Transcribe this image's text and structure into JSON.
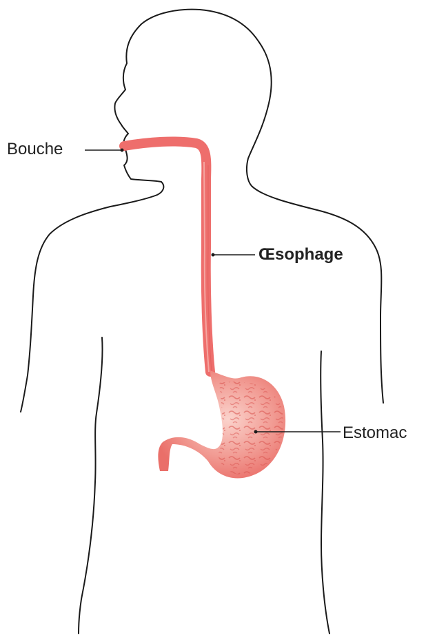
{
  "labels": {
    "mouth": "Bouche",
    "esophagus": "Œsophage",
    "stomach": "Estomac"
  },
  "colors": {
    "organ": "#ee6e6c",
    "organ_light": "#f6b4ae",
    "organ_texture": "#d9534f",
    "outline": "#1a1a1a",
    "text": "#222222"
  }
}
